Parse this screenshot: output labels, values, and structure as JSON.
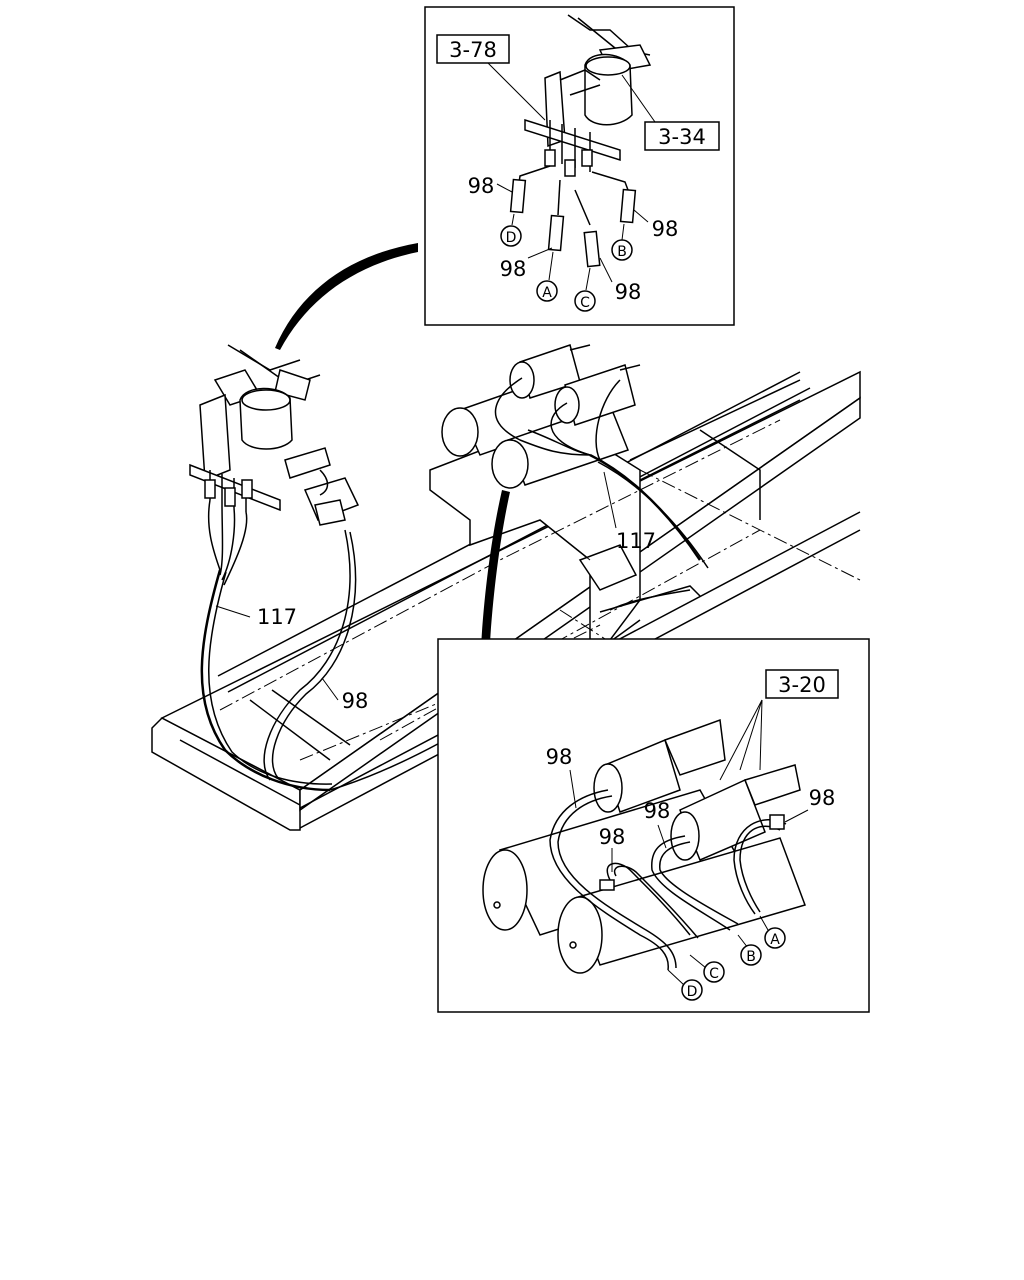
{
  "refs": {
    "ref_3_78": "3-78",
    "ref_3_34": "3-34",
    "ref_3_20": "3-20"
  },
  "parts": {
    "hose": "98",
    "harness": "117"
  },
  "connectors": {
    "a": "A",
    "b": "B",
    "c": "C",
    "d": "D"
  }
}
